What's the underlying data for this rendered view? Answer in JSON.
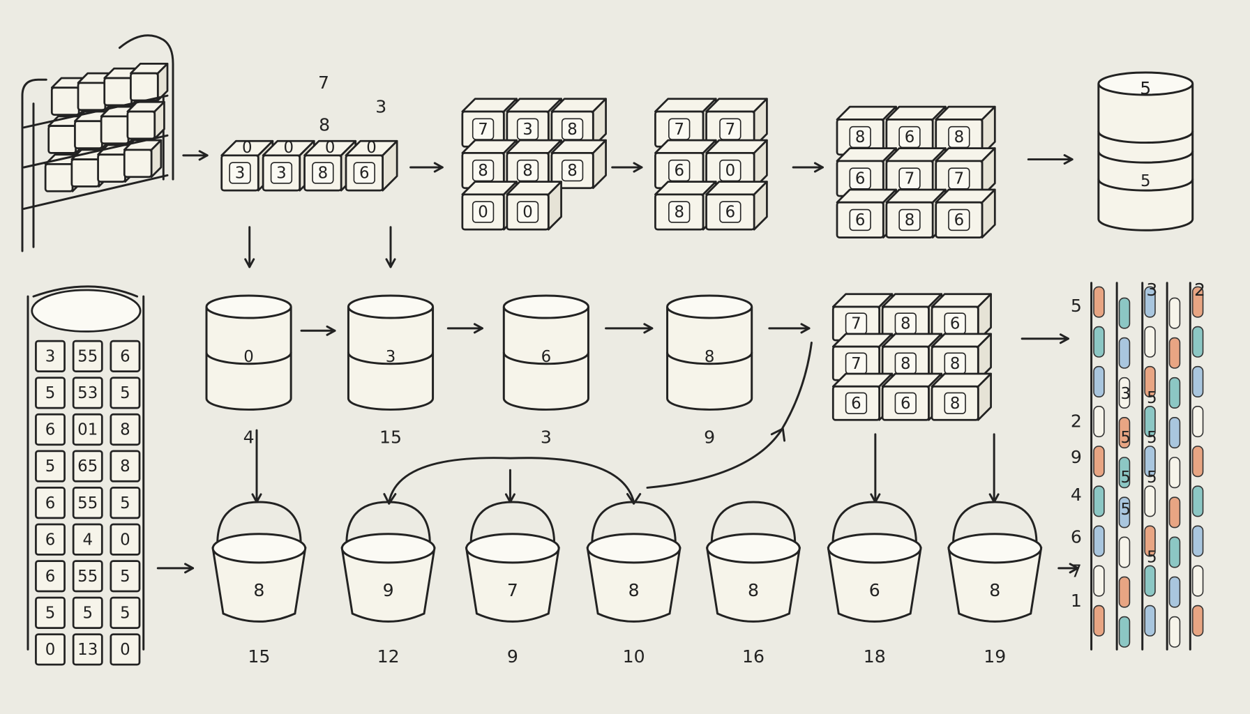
{
  "floating_numbers": [
    "7",
    "8",
    "3"
  ],
  "row1": {
    "strip_boxes": [
      "3",
      "3",
      "8",
      "6"
    ],
    "strip_box_tops": [
      "0",
      "0",
      "0",
      "0"
    ],
    "group_a": [
      "7",
      "3",
      "8",
      "8",
      "8",
      "8",
      "0",
      "0"
    ],
    "group_b": [
      "7",
      "7",
      "6",
      "0",
      "8",
      "6"
    ],
    "group_c": [
      "8",
      "6",
      "8",
      "6",
      "7",
      "7",
      "6",
      "8",
      "6"
    ],
    "cylinder_stack": [
      "5",
      "5"
    ]
  },
  "row2": {
    "cylinders": [
      {
        "mark": "0",
        "label": "4"
      },
      {
        "mark": "3",
        "label": "15"
      },
      {
        "mark": "6",
        "label": "3"
      },
      {
        "mark": "8",
        "label": "9"
      }
    ],
    "group_d": [
      "7",
      "8",
      "6",
      "7",
      "8",
      "8",
      "6",
      "6",
      "8"
    ]
  },
  "tall_column": [
    [
      "3",
      "55",
      "6"
    ],
    [
      "5",
      "53",
      "5"
    ],
    [
      "6",
      "01",
      "8"
    ],
    [
      "5",
      "65",
      "8"
    ],
    [
      "6",
      "55",
      "5"
    ],
    [
      "6",
      "4",
      "0"
    ],
    [
      "6",
      "55",
      "5"
    ],
    [
      "5",
      "5",
      "5"
    ],
    [
      "0",
      "13",
      "0"
    ]
  ],
  "buckets": [
    {
      "value": "8",
      "label": "15"
    },
    {
      "value": "9",
      "label": "12"
    },
    {
      "value": "7",
      "label": "9"
    },
    {
      "value": "8",
      "label": "10"
    },
    {
      "value": "8",
      "label": "16"
    },
    {
      "value": "6",
      "label": "18"
    },
    {
      "value": "8",
      "label": "19"
    }
  ],
  "right_panel": {
    "side_numbers": [
      "5",
      "2",
      "9",
      "4",
      "6",
      "7",
      "1"
    ],
    "top_numbers": [
      "3",
      "2"
    ],
    "inner_numbers": [
      "3",
      "5",
      "5",
      "5",
      "5",
      "5",
      "5",
      "5"
    ]
  },
  "colors": {
    "background": "#ecebe3",
    "ink": "#222222",
    "paper": "#f6f4ea",
    "orange": "#e8a583",
    "teal": "#8cc7c4",
    "blue": "#a9c6de"
  }
}
